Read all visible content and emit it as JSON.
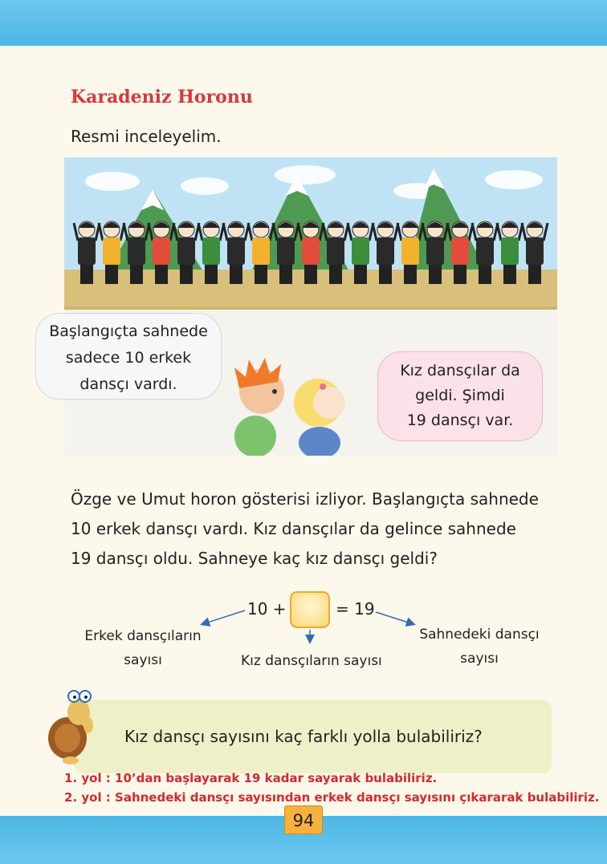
{
  "title": "Karadeniz Horonu",
  "intro": "Resmi inceleyelim.",
  "bubble_left": {
    "lines": [
      "Başlangıçta sahnede",
      "sadece 10 erkek",
      "dansçı vardı."
    ]
  },
  "bubble_right": {
    "lines": [
      "Kız dansçılar da",
      "geldi. Şimdi",
      "19 dansçı var."
    ]
  },
  "problem": {
    "lines": [
      "Özge ve Umut horon gösterisi izliyor. Başlangıçta sahnede",
      "10 erkek dansçı vardı. Kız dansçılar da gelince sahnede",
      "19 dansçı oldu. Sahneye kaç kız dansçı geldi?"
    ]
  },
  "equation": {
    "left": "10 +",
    "right": "= 19"
  },
  "labels": {
    "left": [
      "Erkek dansçıların",
      "sayısı"
    ],
    "middle": "Kız dansçıların sayısı",
    "right": [
      "Sahnedeki dansçı",
      "sayısı"
    ]
  },
  "question": "Kız dansçı sayısını kaç farklı yolla bulabiliriz?",
  "answers": [
    "1. yol : 10’dan başlayarak 19 kadar sayarak bulabiliriz.",
    "2. yol : Sahnedeki dansçı sayısından erkek dansçı sayısını çıkararak bulabiliriz."
  ],
  "page_number": "94",
  "colors": {
    "title": "#d8383a",
    "band": "#4cb6e6",
    "answers": "#d42a2a",
    "page_badge": "#f7b23b"
  },
  "icons": [
    "dancers-illustration",
    "mountain-icon",
    "boy-icon",
    "girl-icon",
    "turtle-icon"
  ]
}
